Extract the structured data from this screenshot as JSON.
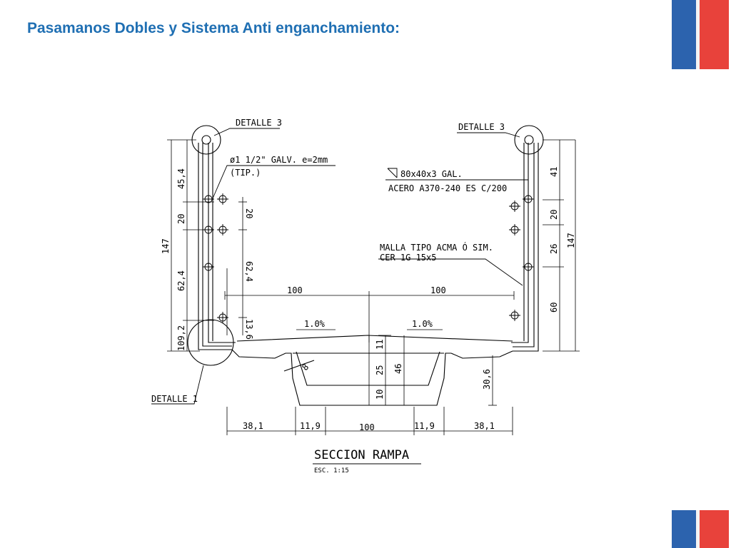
{
  "slide": {
    "title": "Pasamanos Dobles y Sistema Anti enganchamiento:"
  },
  "colors": {
    "title": "#1f6fb3",
    "flag_blue": "#2c63ae",
    "flag_white": "#f3f3f3",
    "flag_red": "#e8423b",
    "line": "#000000"
  },
  "drawing": {
    "title": "SECCION RAMPA",
    "scale": "ESC. 1:15",
    "callouts": {
      "detail3_left": "DETALLE 3",
      "detail3_right": "DETALLE 3",
      "detail1": "DETALLE 1",
      "pipe_spec": "ø1 1/2\" GALV. e=2mm",
      "pipe_note": "(TIP.)",
      "angle_spec": "80x40x3 GAL.",
      "steel_spec": "ACERO A370-240 ES C/200",
      "mesh_spec_1": "MALLA TIPO ACMA Ó SIM.",
      "mesh_spec_2": "CER 1G 15x5"
    },
    "dims": {
      "left_total": "147",
      "left_top": "45,4",
      "left_mid": "20",
      "left_low": "62,4",
      "left_bottom": "109,2",
      "inner_top": "20",
      "inner_mid": "62,4",
      "inner_low": "13,6",
      "right_total": "147",
      "right_top": "41",
      "right_mid1": "20",
      "right_mid2": "26",
      "right_low": "60",
      "top_left_span": "100",
      "top_right_span": "100",
      "slope_left": "1.0%",
      "slope_right": "1.0%",
      "center_top": "11",
      "center_mid": "25",
      "center_total": "46",
      "center_bottom": "10",
      "chamfer": "8",
      "beam_depth": "30,6",
      "bottom_1": "38,1",
      "bottom_2": "11,9",
      "bottom_3": "100",
      "bottom_4": "11,9",
      "bottom_5": "38,1"
    }
  }
}
